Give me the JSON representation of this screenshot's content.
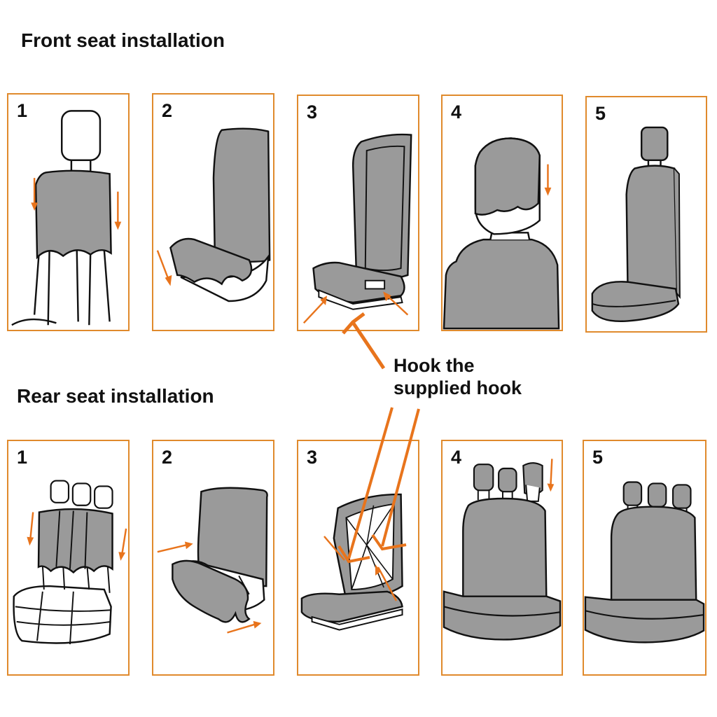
{
  "headings": {
    "front": "Front seat installation",
    "rear": "Rear seat installation"
  },
  "callout": {
    "line1": "Hook the",
    "line2": "supplied hook"
  },
  "front_steps": [
    "1",
    "2",
    "3",
    "4",
    "5"
  ],
  "rear_steps": [
    "1",
    "2",
    "3",
    "4",
    "5"
  ],
  "colors": {
    "frame": "#e08a2c",
    "arrow": "#e8741c",
    "cover": "#9a9a9a",
    "outline": "#111111"
  }
}
